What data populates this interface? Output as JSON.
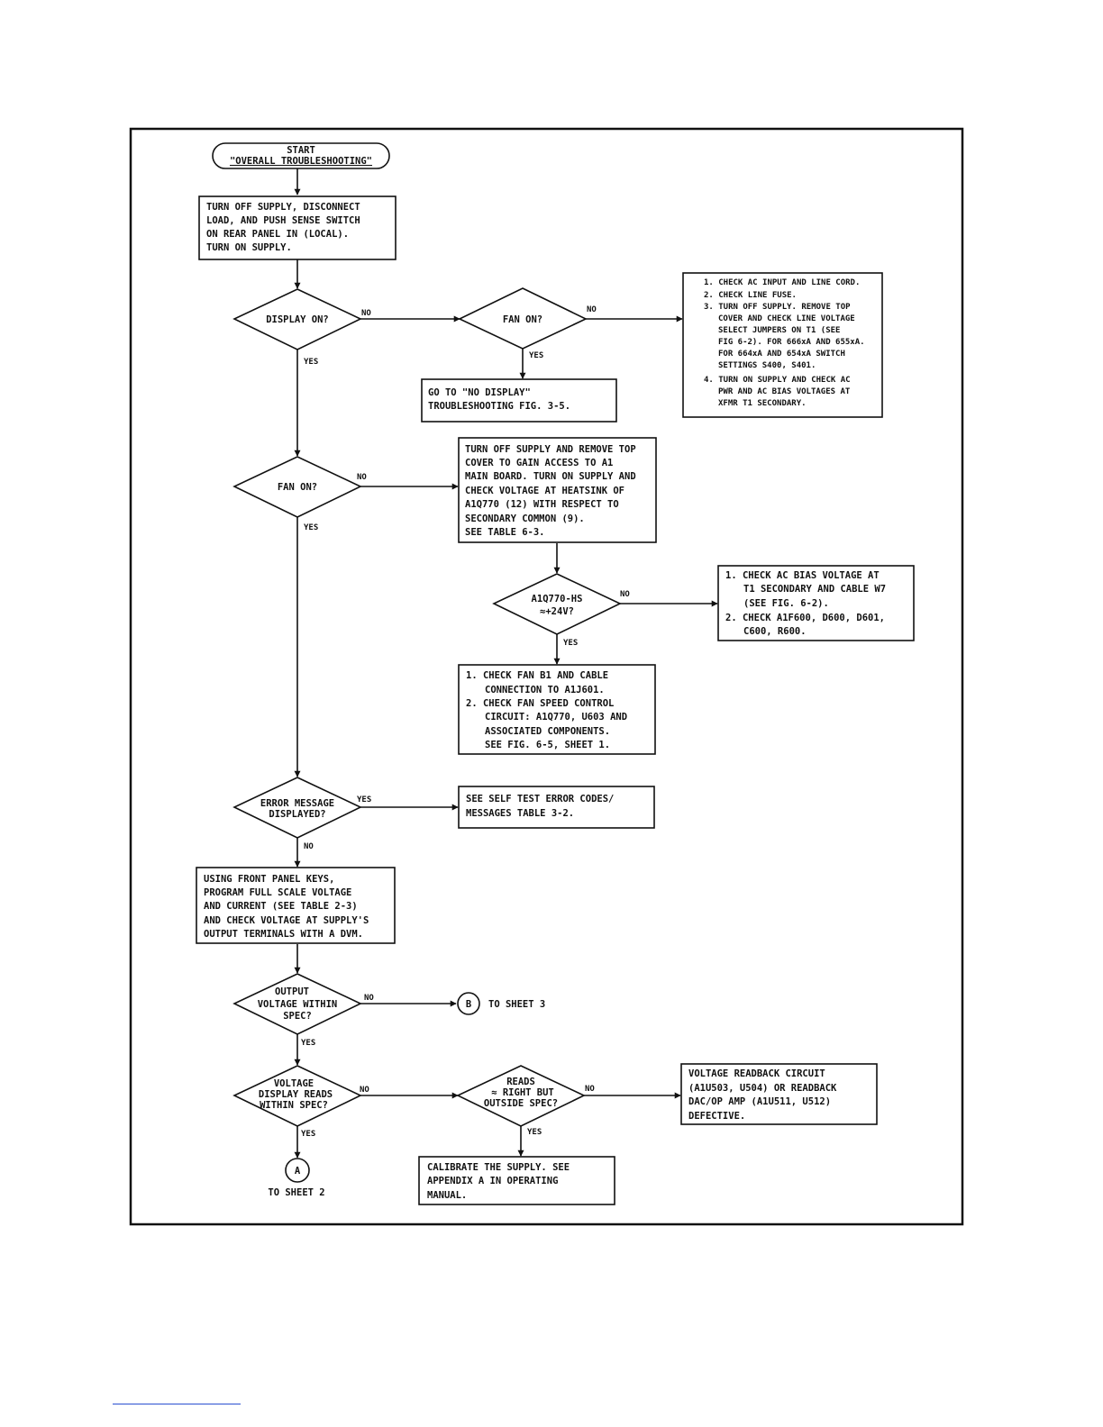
{
  "nodes": {
    "start": [
      "START",
      "\"OVERALL TROUBLESHOOTING\""
    ],
    "turn_off_supply": [
      "TURN OFF SUPPLY, DISCONNECT",
      "LOAD, AND PUSH SENSE SWITCH",
      "ON REAR PANEL IN (LOCAL).",
      "TURN ON SUPPLY."
    ],
    "display_on": [
      "DISPLAY ON?"
    ],
    "fan_on_1": [
      "FAN ON?"
    ],
    "check_ac_input": [
      "1. CHECK AC INPUT AND LINE CORD.",
      "2. CHECK LINE FUSE.",
      "3. TURN OFF SUPPLY. REMOVE TOP",
      "COVER AND CHECK LINE VOLTAGE",
      "SELECT JUMPERS ON T1 (SEE",
      "FIG 6-2). FOR 666xA AND 655xA.",
      "FOR 664xA AND 654xA SWITCH",
      "SETTINGS S400, S401.",
      "4. TURN ON SUPPLY AND CHECK AC",
      "PWR AND AC BIAS VOLTAGES AT",
      "XFMR T1 SECONDARY."
    ],
    "no_display": [
      "GO TO \"NO DISPLAY\"",
      "TROUBLESHOOTING FIG. 3-5."
    ],
    "fan_on_2": [
      "FAN ON?"
    ],
    "remove_top_cover": [
      "TURN OFF SUPPLY AND REMOVE TOP",
      "COVER TO GAIN ACCESS TO A1",
      "MAIN BOARD. TURN ON SUPPLY AND",
      "CHECK VOLTAGE AT HEATSINK OF",
      "A1Q770 (12) WITH RESPECT TO",
      "SECONDARY COMMON (9).",
      "SEE TABLE 6-3."
    ],
    "a1q770": [
      "A1Q770-HS",
      "≈+24V?"
    ],
    "check_ac_bias": [
      "1. CHECK AC BIAS VOLTAGE AT",
      "T1 SECONDARY AND CABLE W7",
      "(SEE FIG. 6-2).",
      "2. CHECK A1F600, D600, D601,",
      "C600, R600."
    ],
    "check_fan_b1": [
      "1. CHECK FAN B1 AND CABLE",
      "CONNECTION TO A1J601.",
      "2. CHECK FAN SPEED CONTROL",
      "CIRCUIT: A1Q770, U603 AND",
      "ASSOCIATED COMPONENTS.",
      "SEE FIG. 6-5, SHEET 1."
    ],
    "error_message": [
      "ERROR MESSAGE",
      "DISPLAYED?"
    ],
    "self_test": [
      "SEE SELF TEST ERROR CODES/",
      "MESSAGES TABLE 3-2."
    ],
    "front_panel": [
      "USING FRONT PANEL KEYS,",
      "PROGRAM FULL SCALE VOLTAGE",
      "AND CURRENT (SEE TABLE 2-3)",
      "AND CHECK VOLTAGE AT SUPPLY'S",
      "OUTPUT TERMINALS WITH A DVM."
    ],
    "output_voltage": [
      "OUTPUT",
      "VOLTAGE WITHIN",
      "SPEC?"
    ],
    "connector_b": [
      "B"
    ],
    "to_sheet_3": [
      "TO SHEET 3"
    ],
    "voltage_display": [
      "VOLTAGE",
      "DISPLAY READS",
      "WITHIN SPEC?"
    ],
    "reads_right": [
      "READS",
      "≈ RIGHT BUT",
      "OUTSIDE SPEC?"
    ],
    "readback_circuit": [
      "VOLTAGE READBACK CIRCUIT",
      "(A1U503, U504) OR READBACK",
      "DAC/OP AMP (A1U511, U512)",
      "DEFECTIVE."
    ],
    "connector_a": [
      "A"
    ],
    "to_sheet_2": [
      "TO SHEET 2"
    ],
    "calibrate": [
      "CALIBRATE THE SUPPLY. SEE",
      "APPENDIX A IN OPERATING",
      "MANUAL."
    ]
  },
  "branch_labels": {
    "yes": "YES",
    "no": "NO"
  }
}
